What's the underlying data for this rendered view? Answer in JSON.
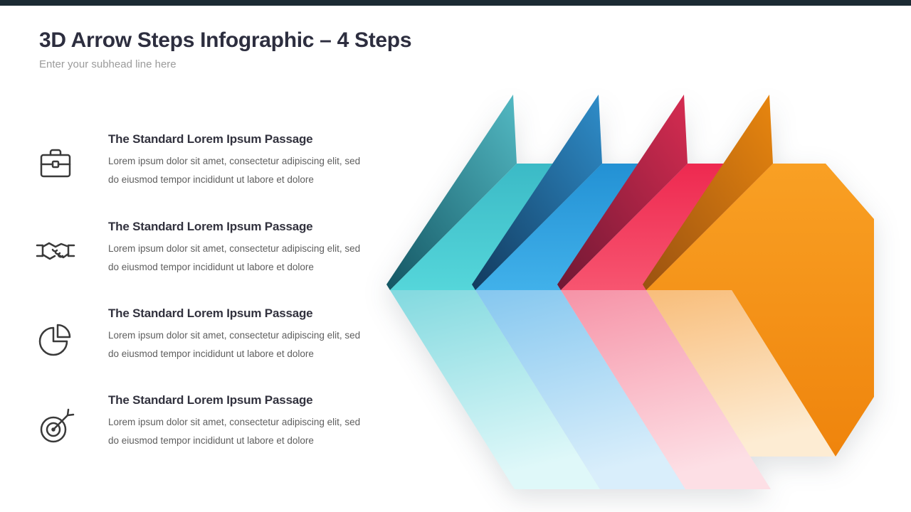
{
  "meta": {
    "top_bar_color": "#1C2B33",
    "background_color": "#FFFFFF"
  },
  "header": {
    "title": "3D Arrow Steps Infographic – 4 Steps",
    "subtitle": "Enter your subhead line here"
  },
  "steps": [
    {
      "icon": "briefcase-icon",
      "heading": "The Standard Lorem Ipsum Passage",
      "body": "Lorem ipsum dolor sit amet, consectetur adipiscing elit, sed do eiusmod tempor incididunt ut labore et dolore"
    },
    {
      "icon": "handshake-icon",
      "heading": "The Standard Lorem Ipsum Passage",
      "body": "Lorem ipsum dolor sit amet, consectetur adipiscing elit, sed do eiusmod tempor incididunt ut labore et dolore"
    },
    {
      "icon": "pie-chart-icon",
      "heading": "The Standard Lorem Ipsum Passage",
      "body": "Lorem ipsum dolor sit amet, consectetur adipiscing elit, sed do eiusmod tempor incididunt ut labore et dolore"
    },
    {
      "icon": "target-icon",
      "heading": "The Standard Lorem Ipsum Passage",
      "body": "Lorem ipsum dolor sit amet, consectetur adipiscing elit, sed do eiusmod tempor incididunt ut labore et dolore"
    }
  ],
  "arrows": [
    {
      "name": "step-1",
      "color": "#3FC8CF"
    },
    {
      "name": "step-2",
      "color": "#2E9FDF"
    },
    {
      "name": "step-3",
      "color": "#F5365C"
    },
    {
      "name": "step-4",
      "color": "#F8941D"
    }
  ]
}
